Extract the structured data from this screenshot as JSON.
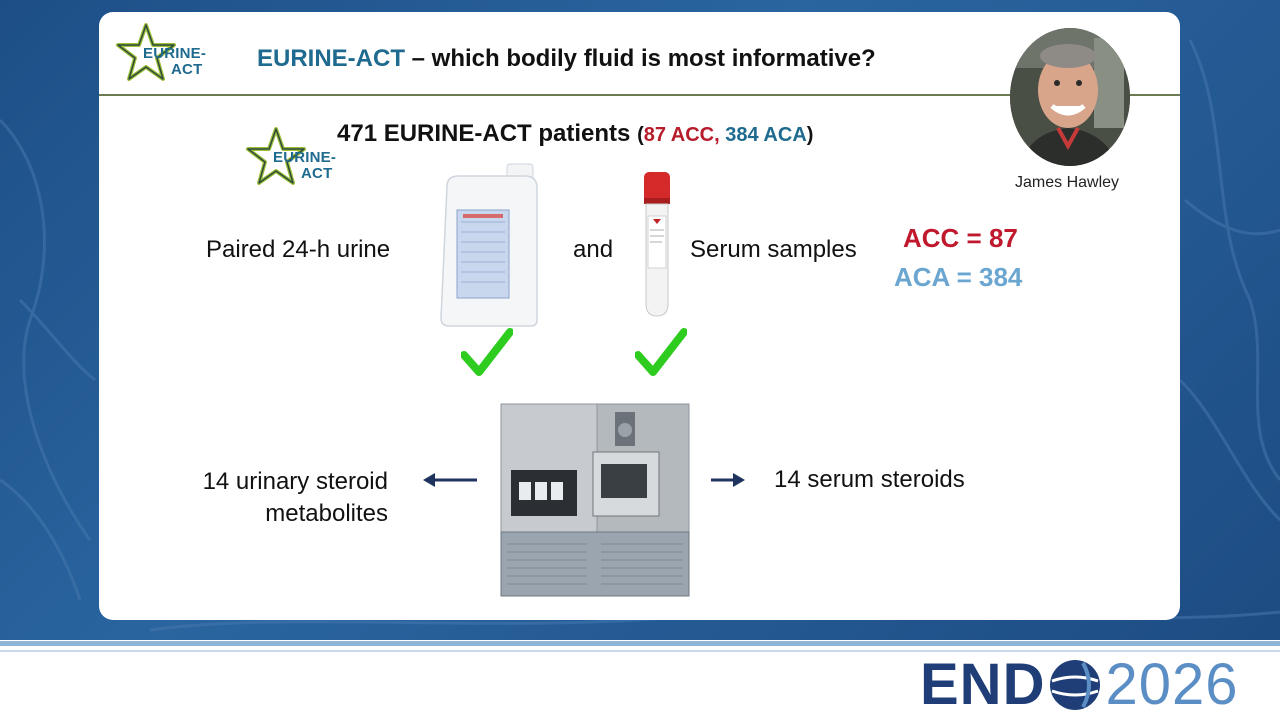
{
  "header": {
    "title_accent": "EURINE-ACT",
    "title_rest": " – which bodily fluid is most informative?",
    "logo_line1": "EURINE-",
    "logo_line2": "ACT"
  },
  "speaker": {
    "name": "James Hawley"
  },
  "study": {
    "patients_label": "471 EURINE-ACT patients ",
    "open_paren": "(",
    "acc_count": "87 ACC,",
    "aca_count": " 384 ACA",
    "close_paren": ")"
  },
  "samples": {
    "urine_label": "Paired 24-h urine",
    "and_label": "and",
    "serum_label": "Serum samples",
    "acc_total": "ACC = 87",
    "aca_total": "ACA = 384"
  },
  "outputs": {
    "urine_line1": "14 urinary steroid",
    "urine_line2": "metabolites",
    "serum_label": "14 serum steroids"
  },
  "footer": {
    "brand": "END",
    "year": "2026"
  },
  "colors": {
    "accent_teal": "#1f6a8f",
    "acc_red": "#c0192d",
    "aca_blue": "#6aa6cf",
    "check_green": "#2ecc1f",
    "endo_navy": "#1f3e78"
  }
}
